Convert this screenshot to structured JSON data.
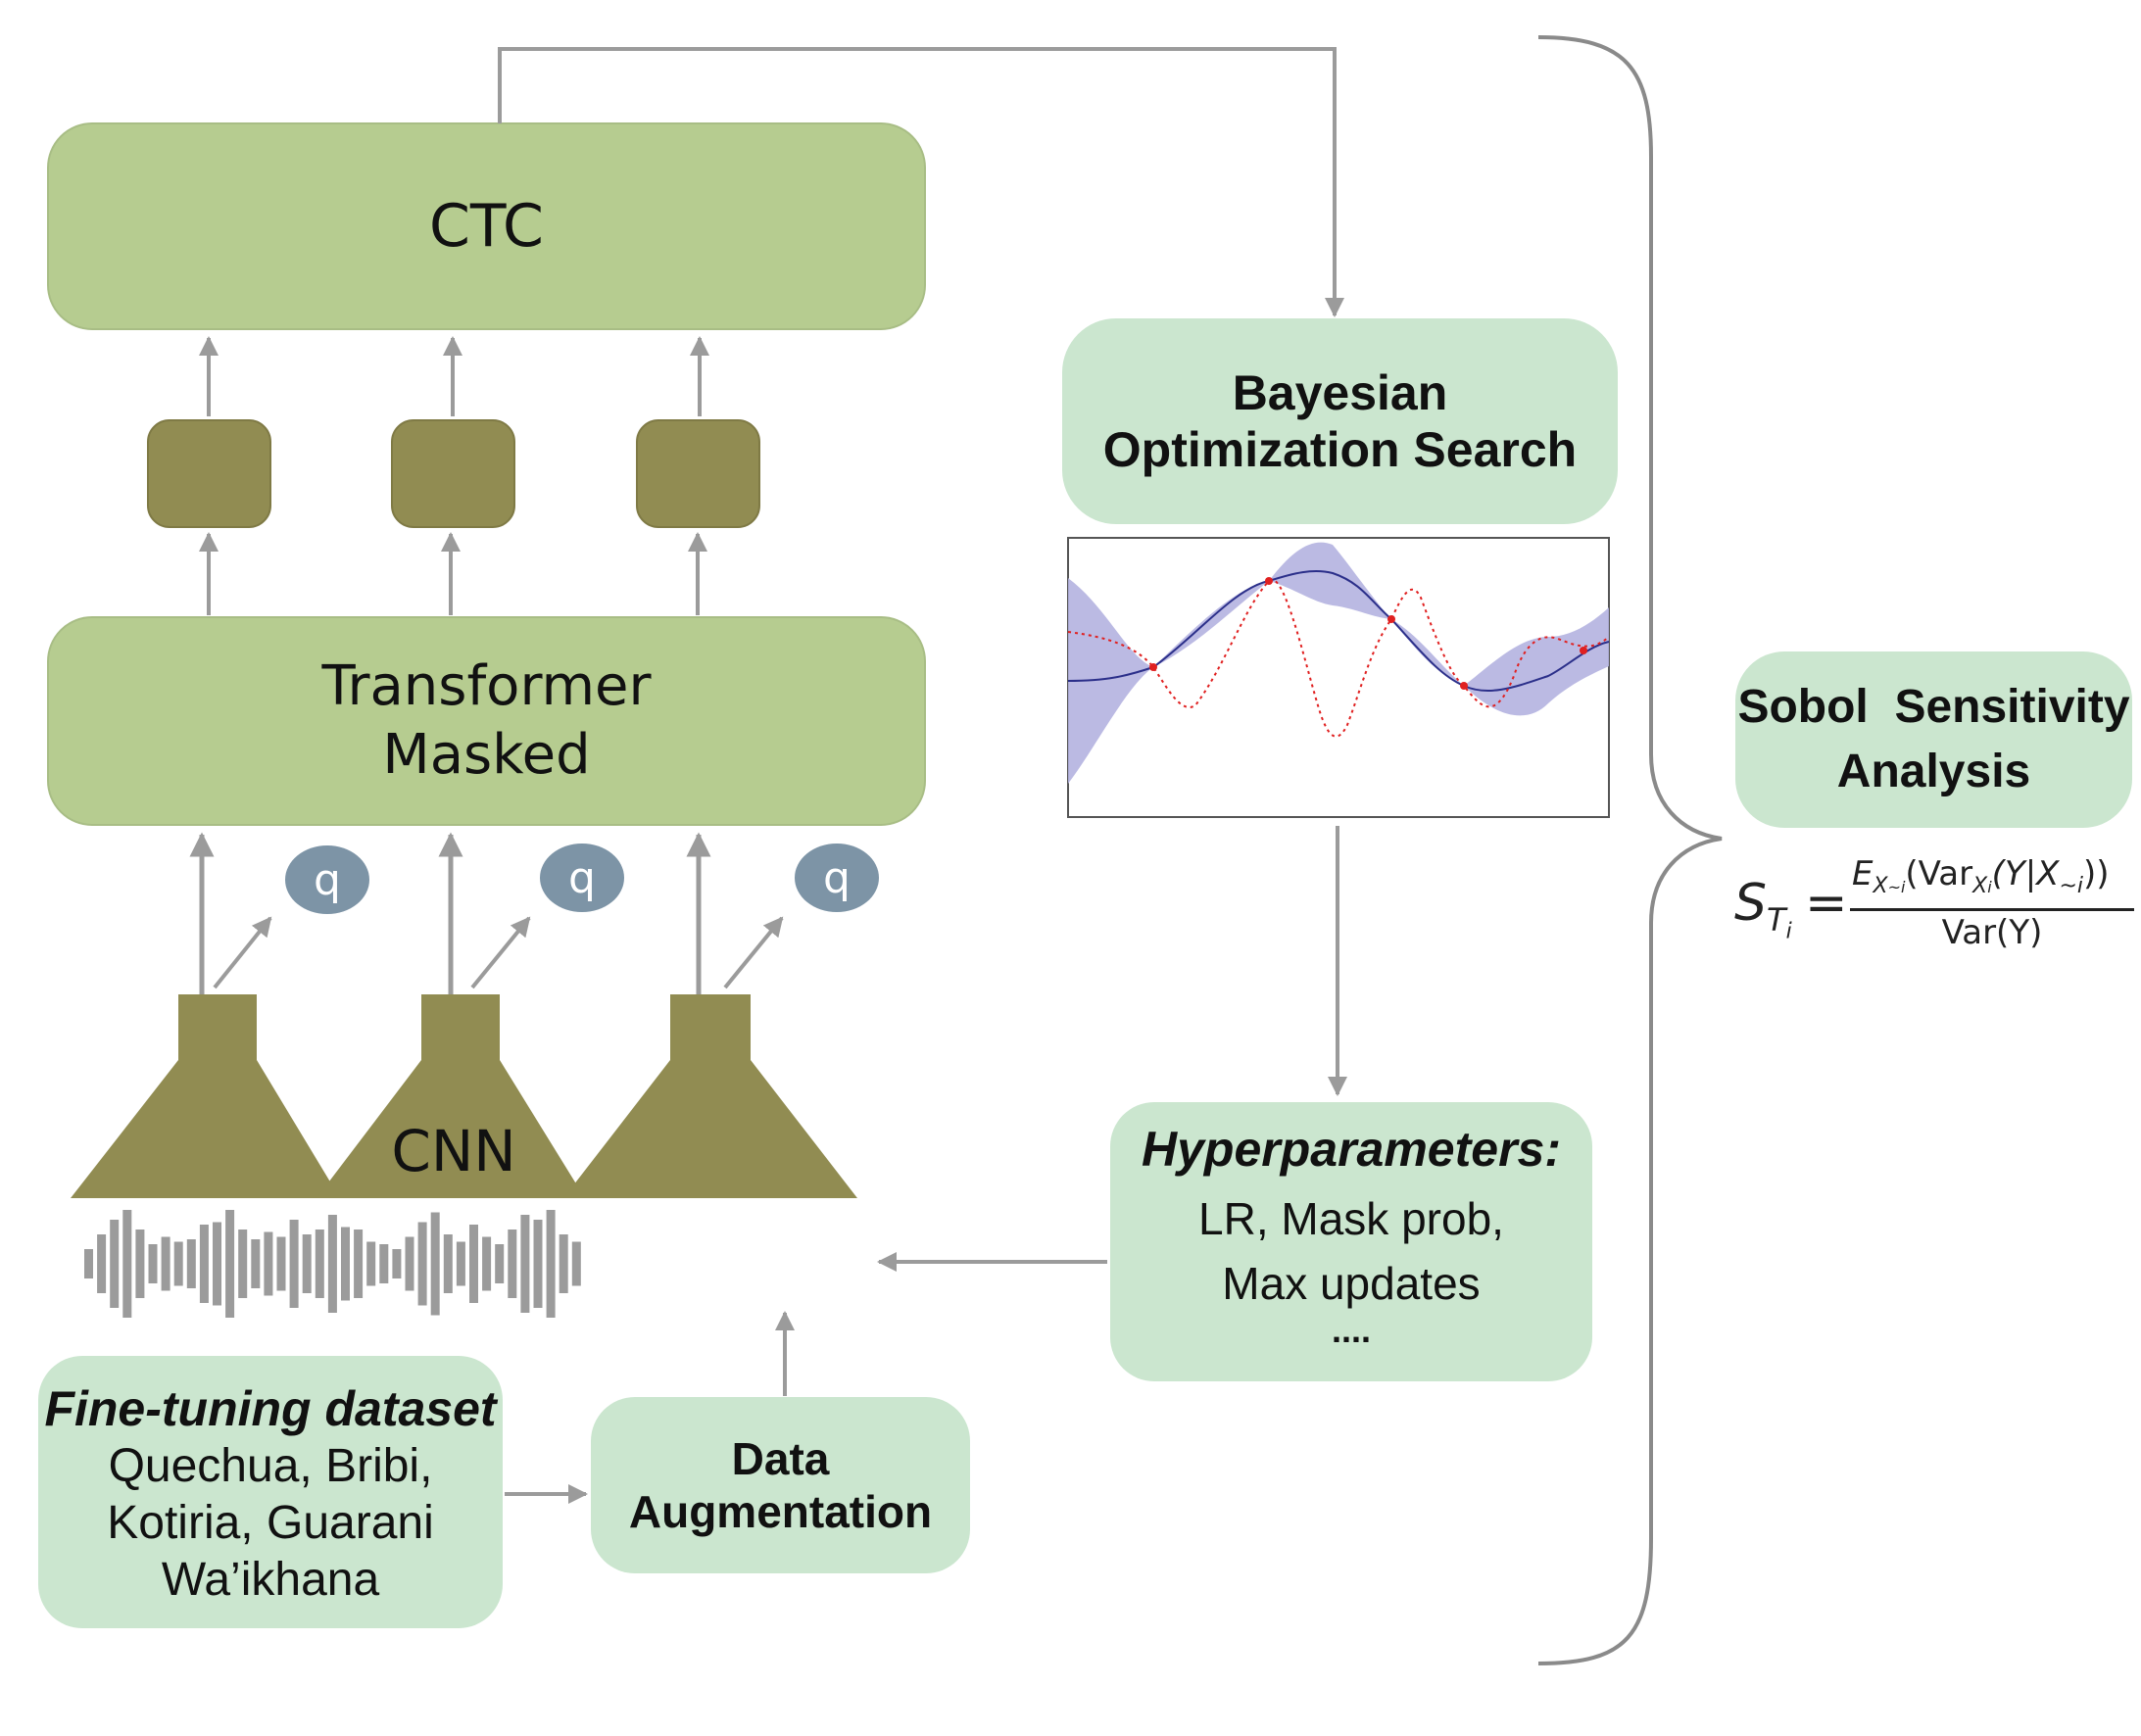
{
  "colors": {
    "green_block": "#b6cc90",
    "olive": "#918c52",
    "mint": "#cbe6cf",
    "q_bubble": "#7d94a6",
    "arrow": "#9b9b9b",
    "gp_band": "#b4b3e0",
    "gp_mean": "#2b2f8a",
    "gp_true": "#e02020"
  },
  "ctc": {
    "label": "CTC"
  },
  "transformer": {
    "line1": "Transformer",
    "line2": "Masked"
  },
  "quantizer": {
    "label": "q"
  },
  "cnn": {
    "label": "CNN"
  },
  "bayesian": {
    "line1": "Bayesian",
    "line2": "Optimization Search"
  },
  "hyperparameters": {
    "title": "Hyperparameters:",
    "line1": "LR, Mask prob,",
    "line2": "Max updates",
    "line3": "...."
  },
  "dataset": {
    "title": "Fine-tuning dataset",
    "line1": "Quechua, Bribi,",
    "line2": "Kotiria, Guarani",
    "line3": "Wa’ikhana"
  },
  "augmentation": {
    "line1": "Data",
    "line2": "Augmentation"
  },
  "sobol": {
    "line1": "Sobol  Sensitivity",
    "line2": "Analysis",
    "formula": {
      "lhs": "S",
      "lhs_sub": "T",
      "lhs_subsub": "i",
      "eq": "=",
      "num_E": "E",
      "num_E_sub": "X",
      "num_E_subsub": "~i",
      "num_var": "(Var",
      "num_var_sub": "X",
      "num_var_subsub": "i",
      "num_rest": "(Y|X",
      "num_rest_sub": "~i",
      "num_close": "))",
      "den": "Var(Y)"
    }
  }
}
